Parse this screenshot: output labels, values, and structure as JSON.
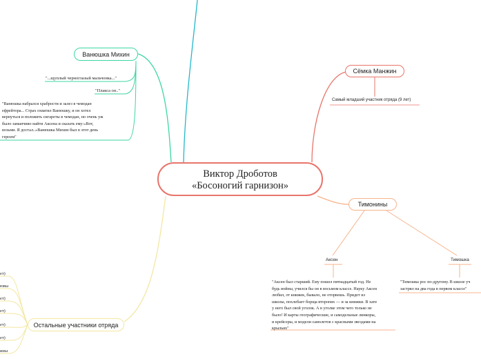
{
  "central": {
    "line1": "Виктор Дроботов",
    "line2": "«Босоногий гарнизон»"
  },
  "vanyushka": {
    "title": "Ванюшка Михин",
    "notes": [
      "\"...щуплый черноглазый мальчонка...\"",
      "\"Плакса он..\""
    ],
    "quote_lines": [
      "\"Ванюшка набрался храбрости и залез в чемодан",
      "ефрейтора... Страх охватил Ванюшку, и он хотел",
      "вернуться и положить сигареты в чемодан, но очень уж",
      "было заманчиво найти Аксена и сказать ему:«Вот,",
      "возьми. Я достал..»Ванюшка Михин был в этот день",
      "героем\""
    ]
  },
  "semka": {
    "title": "Сёмка Манжин",
    "note": "Самый младший участник отряда (9 лет)"
  },
  "timoniny": {
    "title": "Тимонины",
    "akseni": {
      "title": "Аксен",
      "quote_lines": [
        "\"Аксен был старший. Ему пошел пятнадцатый год. Не",
        "будь войны, учился бы он в восьмом классе. Науку Аксен",
        "любил, от книжек, бывало, не оторвешь. Придет из",
        "школы, похлебает борща второпях — и за книжки. В хате",
        "у него был свой уголок. А в уголке этом чего только не",
        "было! И карты географические, и самодельные линкоры,",
        "и крейсеры, и модели самолетов с красными звездами на",
        "крыльях\""
      ]
    },
    "timoshka": {
      "title": "Тимошка",
      "quote_lines": [
        "\"Тимошка рос по-другому. В школе уч",
        "застрял на два года в первом классе\""
      ]
    }
  },
  "others": {
    "title": "Остальные участники отряда",
    "items": [
      "ет)",
      "ювы",
      "ет)",
      "ет)",
      "ет)",
      "ет)",
      "ины"
    ]
  },
  "colors": {
    "central_border": "#e8746a",
    "teal": "#22b7c9",
    "green": "#3dd6a0",
    "red": "#e8746a",
    "orange": "#f7b38c",
    "yellow": "#f3e7a0"
  }
}
